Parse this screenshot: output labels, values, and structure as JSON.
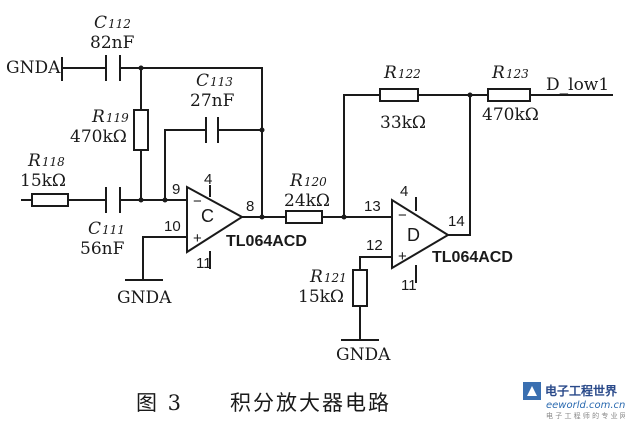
{
  "components": {
    "c112": {
      "ref": "C",
      "sub": "112",
      "value": "82nF"
    },
    "c113": {
      "ref": "C",
      "sub": "113",
      "value": "27nF"
    },
    "c111": {
      "ref": "C",
      "sub": "111",
      "value": "56nF"
    },
    "r119": {
      "ref": "R",
      "sub": "119",
      "value": "470kΩ"
    },
    "r118": {
      "ref": "R",
      "sub": "118",
      "value": "15kΩ"
    },
    "r120": {
      "ref": "R",
      "sub": "120",
      "value": "24kΩ"
    },
    "r121": {
      "ref": "R",
      "sub": "121",
      "value": "15kΩ"
    },
    "r122": {
      "ref": "R",
      "sub": "122",
      "value": "33kΩ"
    },
    "r123": {
      "ref": "R",
      "sub": "123",
      "value": "470kΩ"
    }
  },
  "amplifiers": {
    "c": {
      "letter": "C",
      "chip": "TL064ACD",
      "pins": {
        "inv": "9",
        "noninv": "10",
        "vpos": "4",
        "vneg": "11",
        "out": "8"
      }
    },
    "d": {
      "letter": "D",
      "chip": "TL064ACD",
      "pins": {
        "inv": "13",
        "noninv": "12",
        "vpos": "4",
        "vneg": "11",
        "out": "14"
      }
    }
  },
  "nets": {
    "gnda_left": "GNDA",
    "gnda_bottom_left": "GNDA",
    "gnda_bottom_right": "GNDA",
    "output": "D_low1"
  },
  "caption": {
    "figure": "图 3",
    "title": "积分放大器电路"
  },
  "watermark": {
    "brand": "电子工程世界",
    "url": "eeworld.com.cn",
    "tagline": "电 子 工 程 师 的 专 业 网 站"
  }
}
